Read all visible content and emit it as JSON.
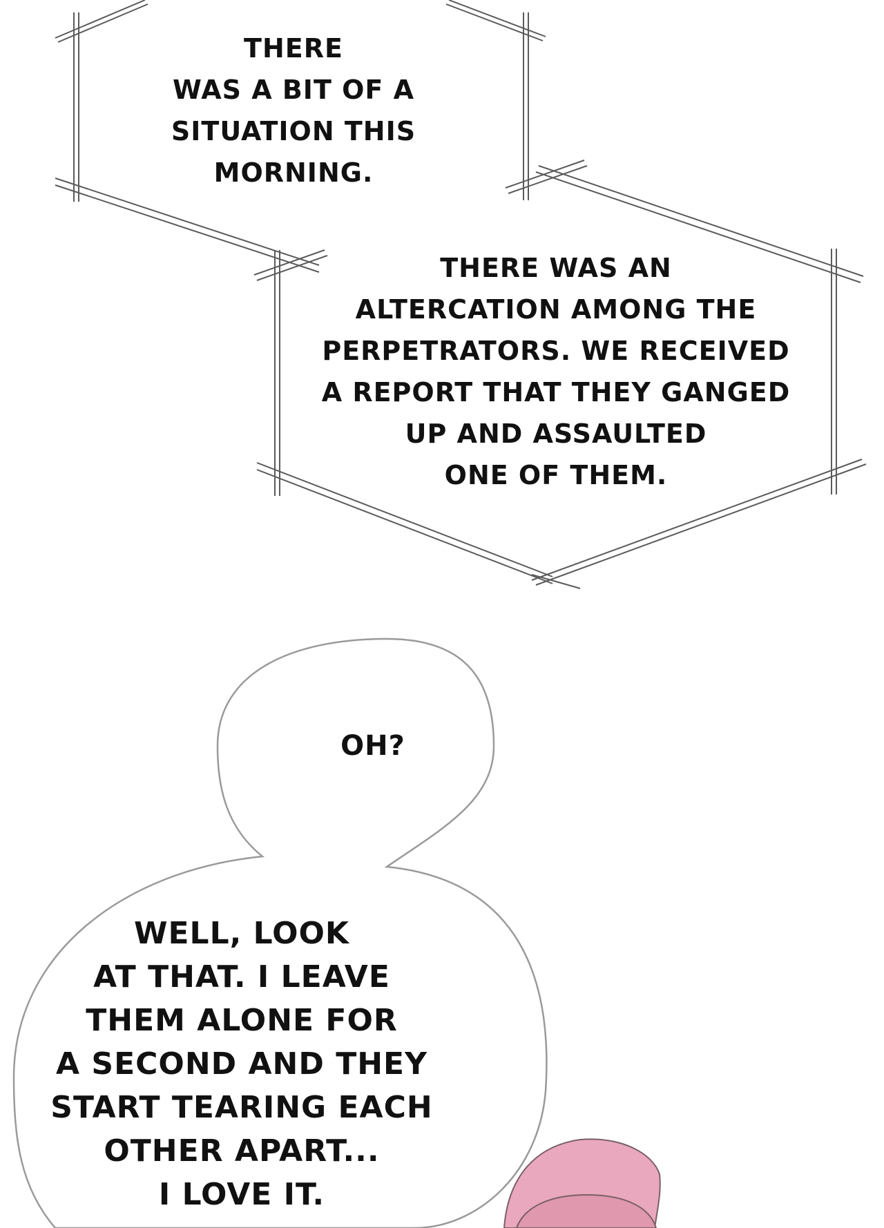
{
  "panels": {
    "box_1": {
      "text": "THERE\nWAS A BIT OF A\nSITUATION THIS\nMORNING."
    },
    "box_2": {
      "text": "THERE WAS AN\nALTERCATION AMONG THE\nPERPETRATORS. WE RECEIVED\nA REPORT THAT THEY GANGED\nUP AND ASSAULTED\nONE OF THEM."
    },
    "bubble_small": {
      "text": "OH?"
    },
    "bubble_large": {
      "text": "WELL, LOOK\nAT THAT. I LEAVE\nTHEM ALONE FOR\nA SECOND AND THEY\nSTART TEARING EACH\nOTHER APART...\nI LOVE IT."
    }
  },
  "colors": {
    "background": "#ffffff",
    "text": "#111111",
    "bubble_outline": "#9a9a9a",
    "frame_line": "#5a5a5a",
    "hat_pink": "#e9a8bd"
  }
}
